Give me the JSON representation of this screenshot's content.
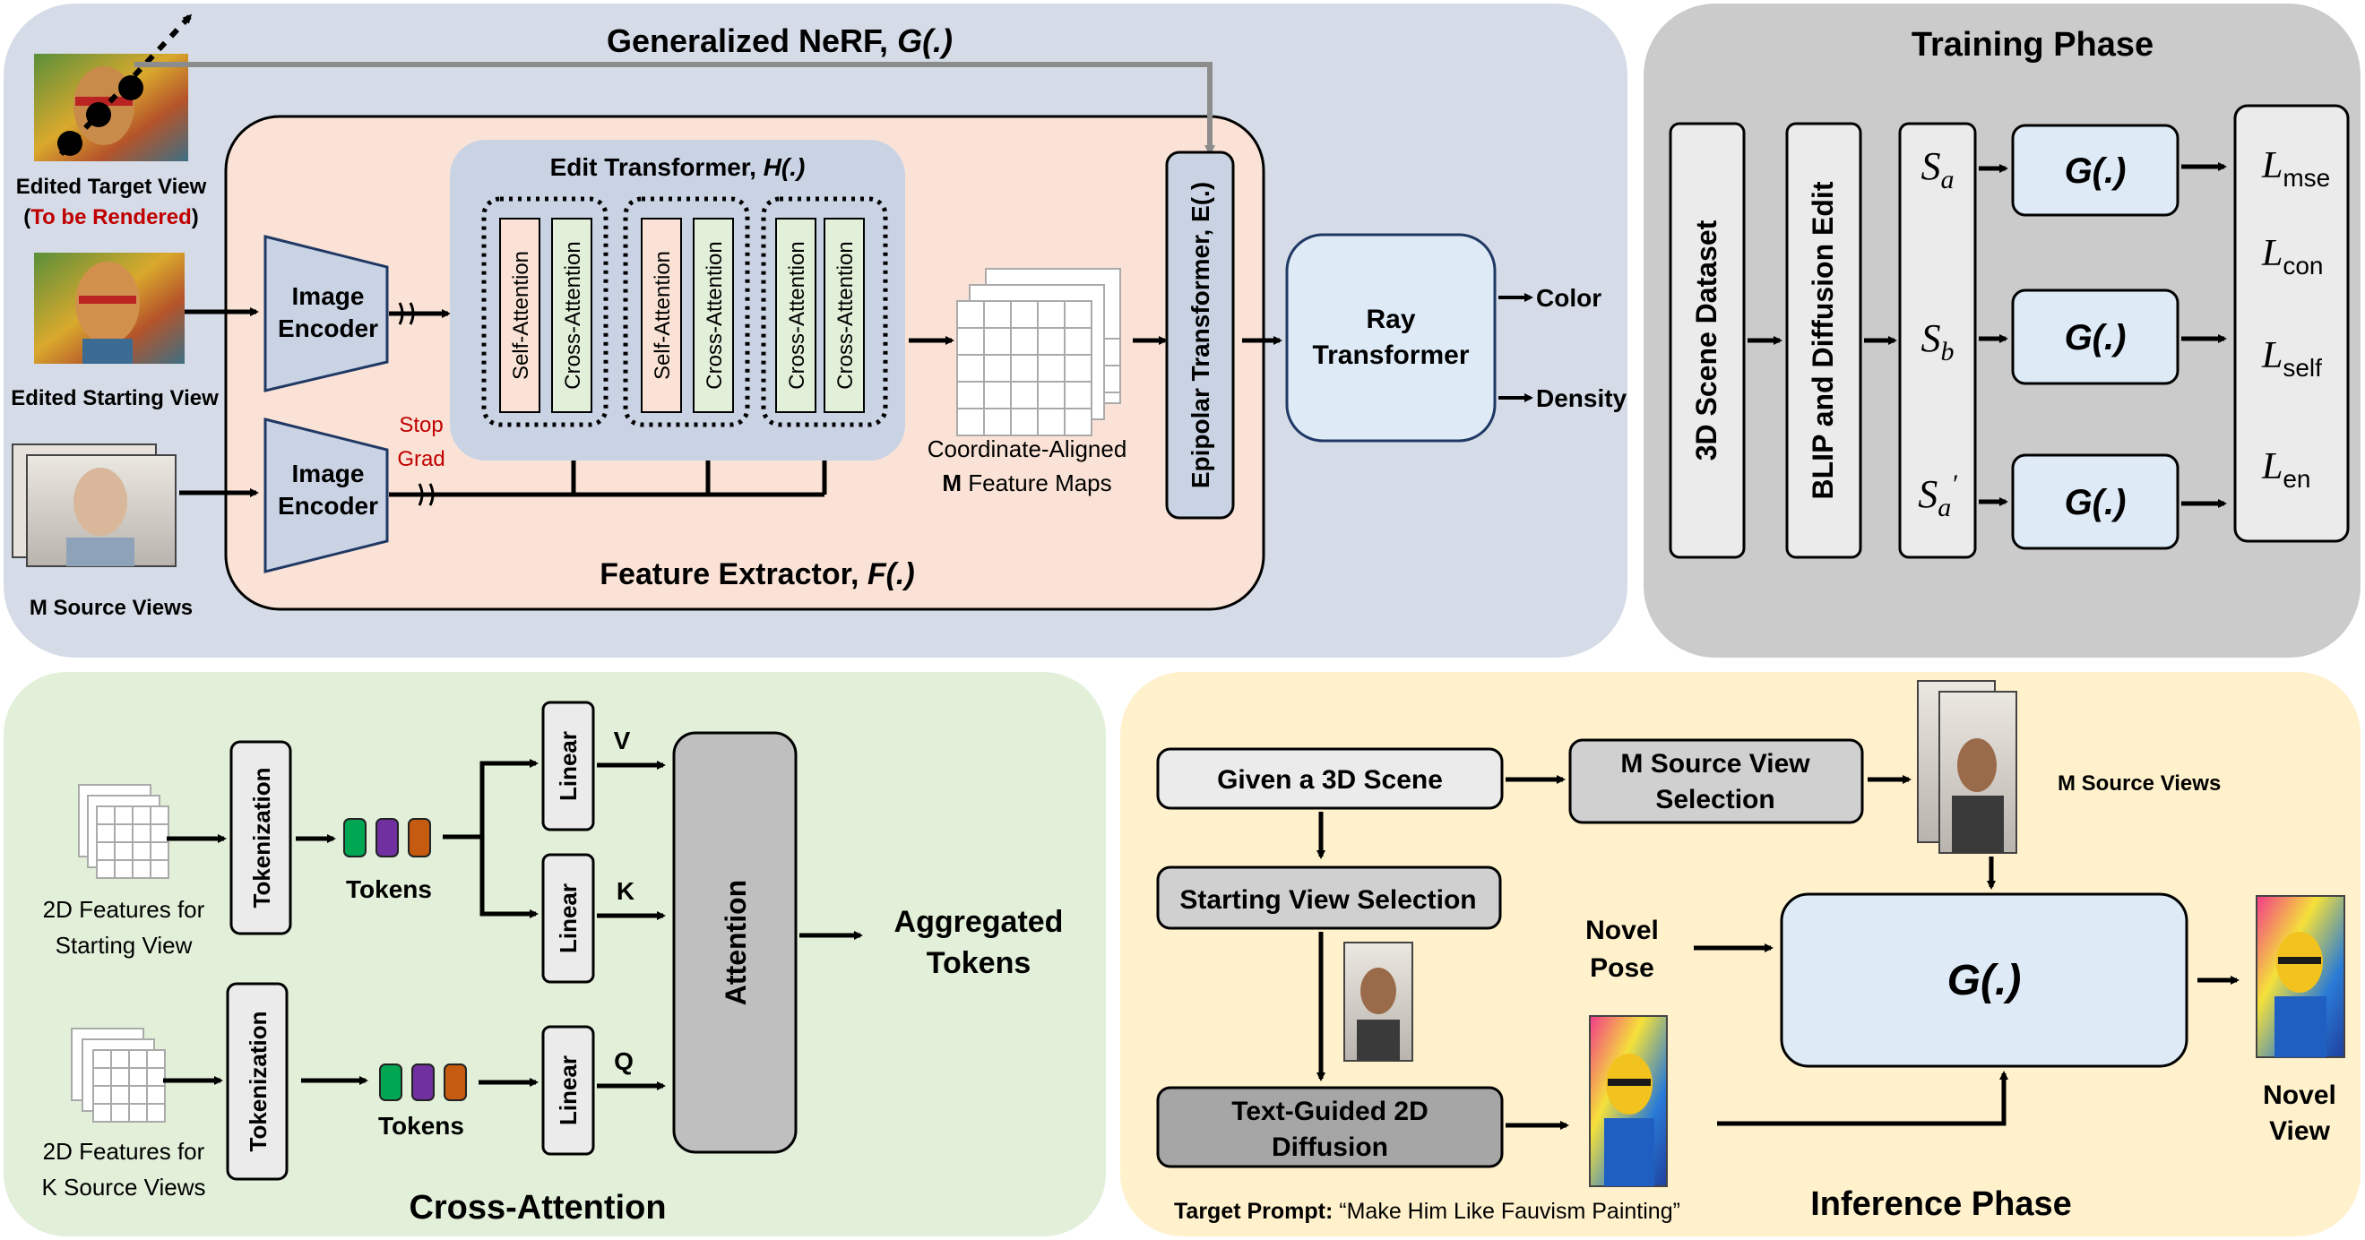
{
  "colors": {
    "nerf_panel": "#d5dce7",
    "feature_extractor": "#fae3d6",
    "edit_transformer": "#c9d3e4",
    "training_panel": "#cbcbcb",
    "cross_attention_panel": "#e2efd9",
    "inference_panel": "#fff1cc",
    "stop_grad": "#c00000",
    "light_blue_box": "#deebf7",
    "attn_box": "#fae3d6",
    "token_green": "#00a651",
    "token_purple": "#7030a0",
    "token_orange": "#c55a11"
  },
  "top_nerf": {
    "title_prefix": "Generalized NeRF, ",
    "title_func": "G(.)",
    "edited_target_view": "Edited Target View",
    "open_paren": "(",
    "to_be_rendered": "To be Rendered",
    "close_paren": ")",
    "edited_starting_view": "Edited Starting View",
    "m_source_views": "M Source Views",
    "image_encoder_top": [
      "Image",
      "Encoder"
    ],
    "image_encoder_bottom": [
      "Image",
      "Encoder"
    ],
    "stop_grad": [
      "Stop",
      "Grad"
    ],
    "edit_transformer_prefix": "Edit Transformer, ",
    "edit_transformer_func": "H(.)",
    "blocks": [
      [
        "Self-Attention",
        "Cross-Attention"
      ],
      [
        "Self-Attention",
        "Cross-Attention"
      ],
      [
        "Cross-Attention",
        "Cross-Attention"
      ]
    ],
    "feature_maps_line1": "Coordinate-Aligned",
    "feature_maps_m": "M",
    "feature_maps_line2": " Feature Maps",
    "feature_extractor_prefix": "Feature Extractor, ",
    "feature_extractor_func": "F(.)",
    "epipolar": "Epipolar Transformer, E(.)",
    "ray_transformer": [
      "Ray",
      "Transformer"
    ],
    "color": "Color",
    "density": "Density"
  },
  "training": {
    "title": "Training Phase",
    "dataset": "3D Scene Dataset",
    "blip": "BLIP and Diffusion Edit",
    "s_labels": [
      {
        "main": "S",
        "sub": "a",
        "prime": ""
      },
      {
        "main": "S",
        "sub": "b",
        "prime": ""
      },
      {
        "main": "S",
        "sub": "a",
        "prime": "′"
      }
    ],
    "g_label": "G(.)",
    "losses": [
      {
        "main": "L",
        "sub": "mse"
      },
      {
        "main": "L",
        "sub": "con"
      },
      {
        "main": "L",
        "sub": "self"
      },
      {
        "main": "L",
        "sub": "en"
      }
    ]
  },
  "cross_attention": {
    "title": "Cross-Attention",
    "features_start": [
      "2D Features for",
      "Starting View"
    ],
    "features_source": [
      "2D Features for",
      "K Source Views"
    ],
    "tokenization": "Tokenization",
    "tokens": "Tokens",
    "linear": "Linear",
    "v": "V",
    "k": "K",
    "q": "Q",
    "attention": "Attention",
    "aggregated": [
      "Aggregated",
      "Tokens"
    ]
  },
  "inference": {
    "title": "Inference Phase",
    "given": "Given a 3D Scene",
    "m_selection": [
      "M Source View",
      "Selection"
    ],
    "m_source_views": "M Source Views",
    "starting_selection": "Starting View Selection",
    "novel_pose": [
      "Novel",
      "Pose"
    ],
    "g_label": "G(.)",
    "text_guided": [
      "Text-Guided 2D",
      "Diffusion"
    ],
    "target_prompt_label": "Target Prompt: ",
    "target_prompt_text": "“Make Him Like Fauvism Painting”",
    "novel_view": [
      "Novel",
      "View"
    ]
  }
}
